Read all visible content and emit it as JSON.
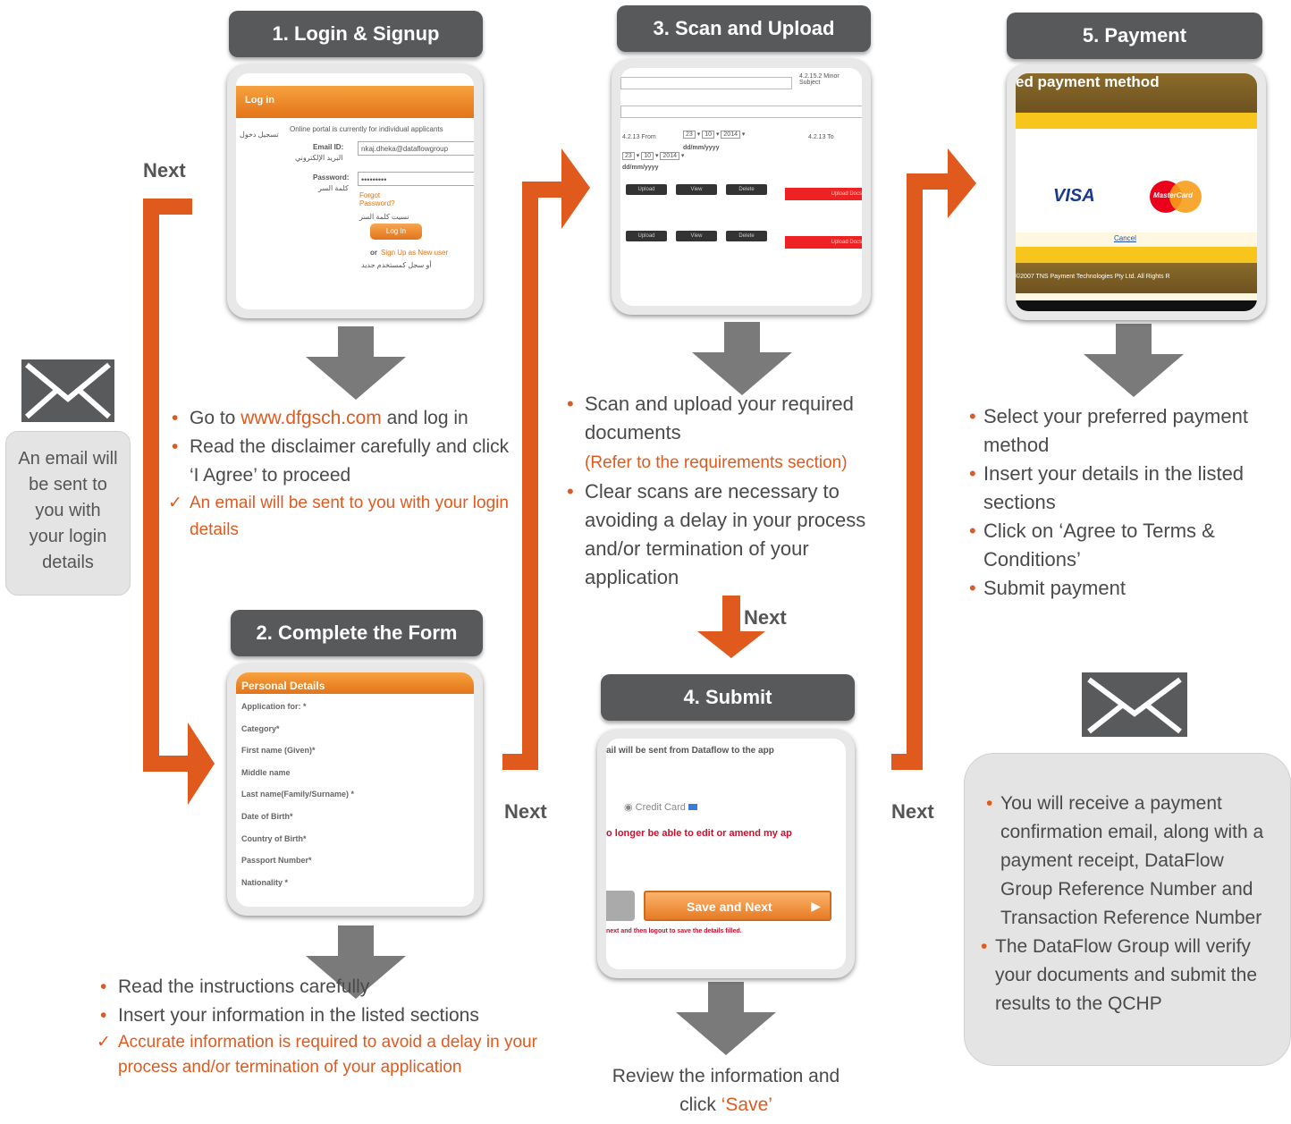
{
  "steps": {
    "s1": {
      "title": "1. Login & Signup"
    },
    "s2": {
      "title": "2. Complete the Form"
    },
    "s3": {
      "title": "3. Scan and Upload"
    },
    "s4": {
      "title": "4. Submit"
    },
    "s5": {
      "title": "5. Payment"
    }
  },
  "next_label": "Next",
  "left_note": "An email will be sent to you with your login details",
  "step1_text": {
    "b1_pre": "Go to ",
    "b1_link": "www.dfgsch.com",
    "b1_post": " and log in",
    "b2": "Read the disclaimer carefully and click ‘I Agree’ to proceed",
    "check": "An email will be sent to you with your login details"
  },
  "step2_text": {
    "b1": "Read the instructions carefully",
    "b2": "Insert your information in the listed sections",
    "check": "Accurate information is required to avoid a delay in your process and/or termination of your application"
  },
  "step3_text": {
    "b1": "Scan and upload your required documents",
    "b1_ref": "(Refer to the requirements section)",
    "b2": "Clear scans are necessary to avoiding a delay in your process and/or termination of your application"
  },
  "step4_text": {
    "pre": "Review the information and click ",
    "highlight": "‘Save’"
  },
  "step5_text": {
    "b1": "Select your preferred payment method",
    "b2": "Insert your details in the listed sections",
    "b3": "Click on ‘Agree to Terms & Conditions’",
    "b4": "Submit payment"
  },
  "final_note": {
    "b1": "You will receive a payment confirmation email, along with a payment receipt, DataFlow Group Reference Number and Transaction Reference Number",
    "b2": "The DataFlow Group will verify your documents and submit the results to the QCHP"
  },
  "screens": {
    "login": {
      "header": "Log in",
      "intro": "Online portal is currently for individual applicants",
      "arabic_side": "تسجيل دخول",
      "email_label": "Email ID:",
      "email_label_ar": "البريد الإلكتروني",
      "email_value": "nkaj.dheka@dataflowgroup",
      "password_label": "Password:",
      "password_label_ar": "كلمة السر",
      "password_value": "•••••••••",
      "forgot": "Forgot Password?",
      "forgot_ar": "نسيت كلمة السر",
      "login_btn": "Log In",
      "signup_or": "or",
      "signup_link": "Sign Up as New user",
      "signup_ar": "أو سجل كمستخدم جديد"
    },
    "form": {
      "header": "Personal Details",
      "fields": [
        "Application for: *",
        "Category*",
        "First name (Given)*",
        "Middle name",
        "Last name(Family/Surname) *",
        "Date of Birth*",
        "Country of Birth*",
        "Passport Number*",
        "Nationality *"
      ]
    },
    "upload": {
      "col_label": "4.2.15.2 Minor Subject",
      "from_label": "4.2.13 From",
      "to_label": "4.2.13 To",
      "date_day": "23",
      "date_month": "10",
      "date_year": "2014",
      "date_fmt": "dd/mm/yyyy",
      "btn_upload": "Upload",
      "btn_view": "View",
      "btn_delete": "Delete",
      "btn_upload_doc": "Upload Docs"
    },
    "submit": {
      "line1": "ail will be sent from Dataflow to the app",
      "cc_label": "Credit Card",
      "warn": "o longer be able to edit or amend my ap",
      "save_btn": "Save and Next",
      "foot": "next and then logout to save the details filled."
    },
    "payment": {
      "header": "ed payment method",
      "visa": "VISA",
      "mc": "MasterCard",
      "cancel": "Cancel",
      "foot": "©2007 TNS Payment Technologies Pty Ltd. All Rights R"
    }
  },
  "colors": {
    "accent": "#e05a1e",
    "title_bg": "#58595b",
    "arrow_gray": "#7a7a7a"
  }
}
